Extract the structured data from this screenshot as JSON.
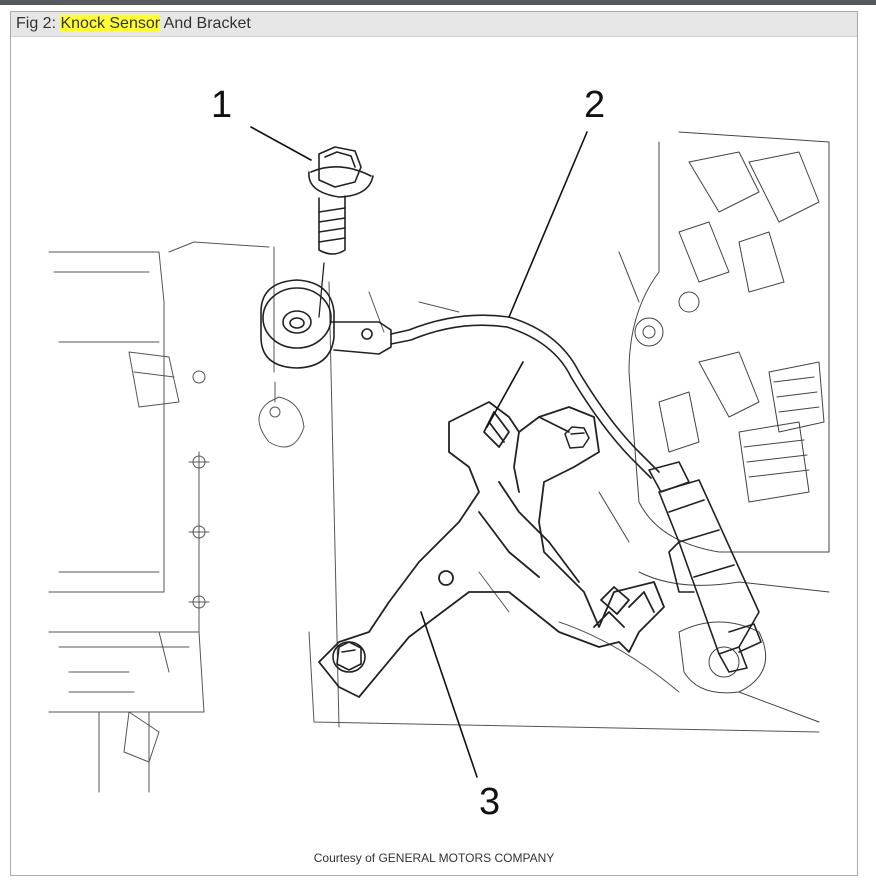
{
  "figure": {
    "prefix": "Fig 2:",
    "highlight": "Knock Sensor",
    "suffix": "And Bracket",
    "credit": "Courtesy of GENERAL MOTORS COMPANY",
    "callouts": [
      "1",
      "2",
      "3"
    ],
    "highlight_color": "#ffff33"
  }
}
